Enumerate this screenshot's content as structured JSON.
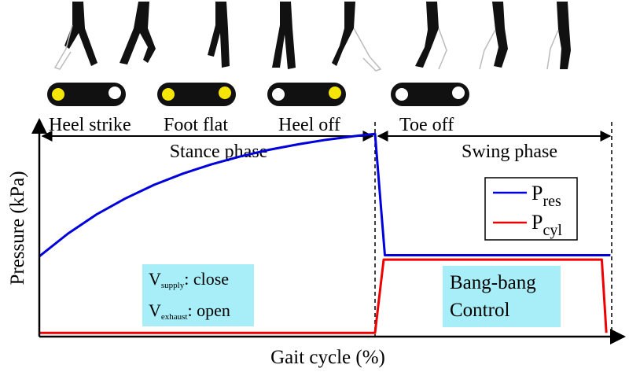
{
  "chart_data": {
    "type": "line",
    "xlabel": "Gait cycle (%)",
    "ylabel": "Pressure (kPa)",
    "phases": {
      "stance": "Stance phase",
      "swing": "Swing phase"
    },
    "events": [
      "Heel strike",
      "Foot flat",
      "Heel off",
      "Toe off"
    ],
    "legend": {
      "placement": "top-right",
      "items": [
        {
          "base": "P",
          "sub": "res",
          "color": "#0000dd"
        },
        {
          "base": "P",
          "sub": "cyl",
          "color": "#ee0000"
        }
      ]
    },
    "annotations": {
      "stance_box": {
        "line1": {
          "base": "V",
          "sub": "supply",
          "text": ": close"
        },
        "line2": {
          "base": "V",
          "sub": "exhaust",
          "text": ": open"
        }
      },
      "swing_box": {
        "line1": "Bang-bang",
        "line2": "Control"
      }
    },
    "xlim": [
      0,
      100
    ],
    "ylim": [
      0,
      1
    ],
    "toe_off_x": 58.5,
    "series": [
      {
        "name": "P_res",
        "color": "#0000dd",
        "x": [
          0,
          5,
          10,
          15,
          20,
          25,
          30,
          35,
          40,
          45,
          50,
          55,
          58.5,
          60.2,
          99.5
        ],
        "y": [
          0.36,
          0.464,
          0.552,
          0.625,
          0.687,
          0.738,
          0.781,
          0.817,
          0.847,
          0.872,
          0.893,
          0.91,
          0.92,
          0.365,
          0.365
        ]
      },
      {
        "name": "P_cyl",
        "color": "#ee0000",
        "x": [
          0,
          58.5,
          60.0,
          98.0,
          98.8
        ],
        "y": [
          0.01,
          0.01,
          0.345,
          0.345,
          0.01
        ]
      }
    ],
    "icon_colors": {
      "active": "#f5e60a",
      "inactive": "#ffffff",
      "sole": "#111111"
    }
  }
}
